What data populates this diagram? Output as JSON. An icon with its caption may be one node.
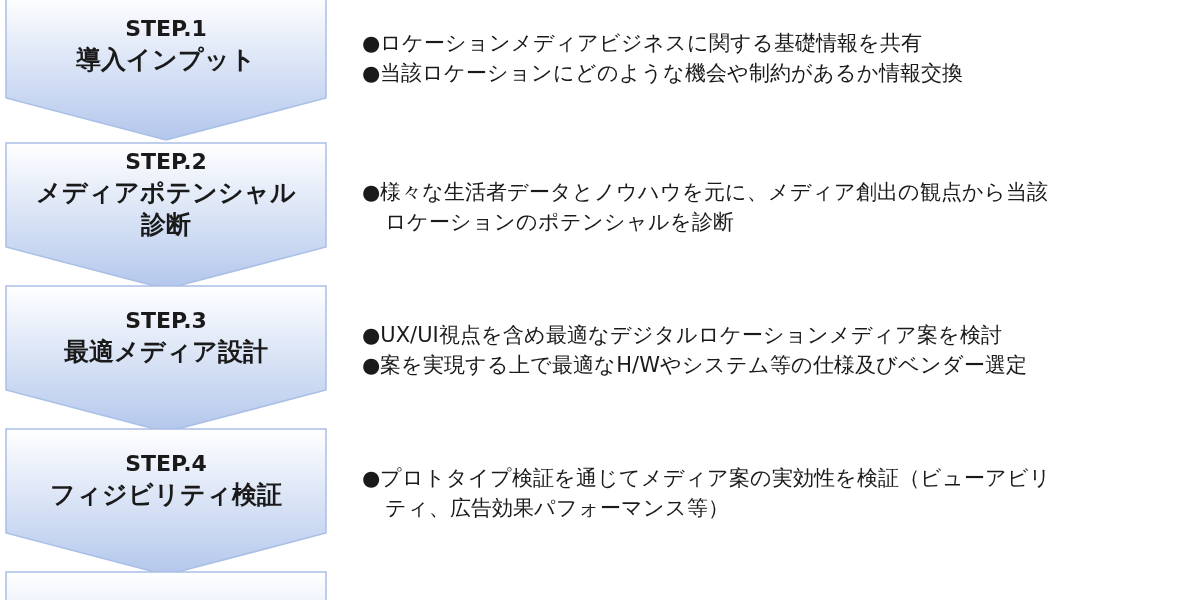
{
  "diagram": {
    "nodes": [
      {
        "text": [
          "STEP.1",
          "導入インプット"
        ],
        "beside": [
          "●ロケーションメディアビジネスに関する基礎情報を共有",
          "●当該ロケーションにどのような機会や制約があるか情報交換"
        ]
      },
      {
        "text": [
          "STEP.2",
          "メディアポテンシャル診断"
        ],
        "beside": [
          "●様々な生活者データとノウハウを元に、メディア創出の観点から当該ロケーションのポテンシャルを診断"
        ]
      },
      {
        "text": [
          "STEP.3",
          "最適メディア設計"
        ],
        "beside": [
          "●UX/UI視点を含め最適なデジタルロケーションメディア案を検討",
          "●案を実現する上で最適なH/Wやシステム等の仕様及びベンダー選定"
        ]
      },
      {
        "text": [
          "STEP.4",
          "フィジビリティ検証"
        ],
        "beside": [
          "●プロトタイプ検証を通じてメディア案の実効性を検証（ビューアビリティ、広告効果パフォーマンス等）"
        ]
      },
      {
        "text": [],
        "shape": "chevron"
      }
    ]
  }
}
